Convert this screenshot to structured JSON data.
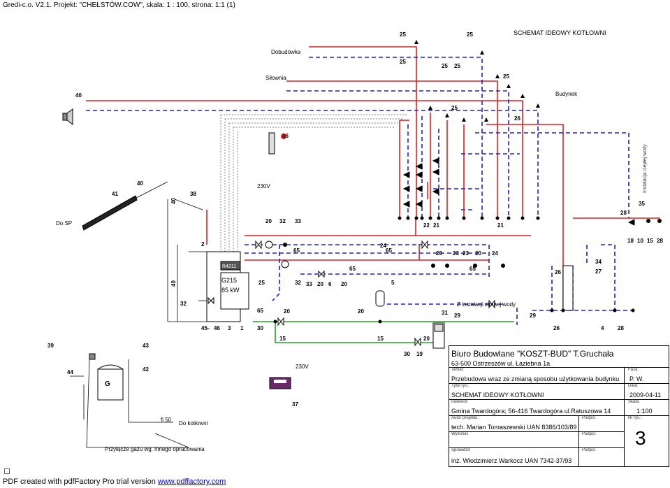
{
  "header": {
    "text": "Gredi-c.o. V2.1. Projekt: \"CHEŁSTÓW.COW\", skala: 1 : 100, strona: 1:1 (1)"
  },
  "footer": {
    "prefix": "PDF created with pdfFactory Pro trial version ",
    "link": "www.pdffactory.com"
  },
  "diagram": {
    "title": "SCHEMAT IDEOWY KOTŁOWNI",
    "labels": {
      "dobudowka": "Dobudówka",
      "silownia": "Siłownia",
      "budynek": "Budynek",
      "do_sp": "Do SP",
      "v230_a": "230V",
      "v230_b": "230V",
      "zimna": "Z instalacji zimnej wody",
      "cieplej": "Instalacja ciepłej wody",
      "boiler_model": "G215",
      "boiler_power": "85 kW",
      "r_label": "R4211",
      "gas_g": "G",
      "fi50": "fi 50",
      "do_kotlowni": "Do kotłowni",
      "przylacze": "Przyłącze gazu wg. innego opracowania"
    },
    "numbers": {
      "n25a": "25",
      "n25b": "25",
      "n25c": "25",
      "n25d": "25",
      "n25e": "25",
      "n25f": "25",
      "n25g": "25",
      "n40a": "40",
      "n40b": "40",
      "n40c": "40",
      "n40d": "40",
      "n41": "41",
      "n38": "38",
      "n36": "36",
      "n26a": "26",
      "n26b": "26",
      "n26c": "26",
      "n2": "2",
      "n65a": "65",
      "n65b": "65",
      "n65c": "65",
      "n65d": "65",
      "n65e": "65",
      "n24a": "24",
      "n24b": "24",
      "n20a": "20",
      "n20b": "20",
      "n20c": "20",
      "n20d": "20",
      "n20e": "20",
      "n20f": "20",
      "n23a": "23",
      "n23b": "23",
      "n32a": "32",
      "n32b": "32",
      "n32c": "32",
      "n33a": "33",
      "n33b": "33",
      "n6": "6",
      "n5": "5",
      "n31": "31",
      "n29a": "29",
      "n29b": "29",
      "n45": "45",
      "n46": "46",
      "n3": "3",
      "n1": "1",
      "n30a": "30",
      "n30b": "30",
      "n15a": "15",
      "n15b": "15",
      "n15c": "15",
      "n19": "19",
      "n39": "39",
      "n43": "43",
      "n44": "44",
      "n42": "42",
      "n37": "37",
      "n4": "4",
      "n28a": "28",
      "n28b": "28",
      "n28c": "28",
      "n27": "27",
      "n34": "34",
      "n35a": "35",
      "n18": "18",
      "n10": "10",
      "n22a": "22",
      "n21a": "21",
      "n21b": "21"
    }
  },
  "titleblock": {
    "firm": "Biuro Budowlane \"KOSZT-BUD\" T.Gruchała",
    "address": "63-500 Ostrzeszów  ul. Łaziebna 1a",
    "temat_label": "Temat:",
    "faza_label": "Faza:",
    "temat": "Przebudowa wraz ze zmianą sposobu użytkowania budynku",
    "faza": "P. W.",
    "tytul_label": "Tytuł rys.:",
    "data_label": "Data:",
    "tytul": "SCHEMAT  IDEOWY  KOTŁOWNI",
    "data": "2009-04-11",
    "inwestor_label": "Inwestor:",
    "skala_label": "Skala:",
    "inwestor": "Gmina Twardogóra; 56-416 Twardogóra ul.Ratuszowa 14",
    "skala": "1:100",
    "autor_label": "Autor projektu:",
    "podpis1_label": "Podpis:",
    "nrrys_label": "Nr rys.:",
    "autor": "tech. Marian Tomaszewski  UAN 8386/103/89",
    "wykonal_label": "Wykonał:",
    "podpis2_label": "Podpis:",
    "nrrys": "3",
    "sprawdzil_label": "Sprawdził:",
    "podpis3_label": "Podpis:",
    "sprawdzil": "inż. Włodzimierz Warkocz  UAN 7342-37/93"
  },
  "colors": {
    "red": "#e02020",
    "blue": "#2020d0",
    "green": "#20a020",
    "grey": "#888888"
  }
}
